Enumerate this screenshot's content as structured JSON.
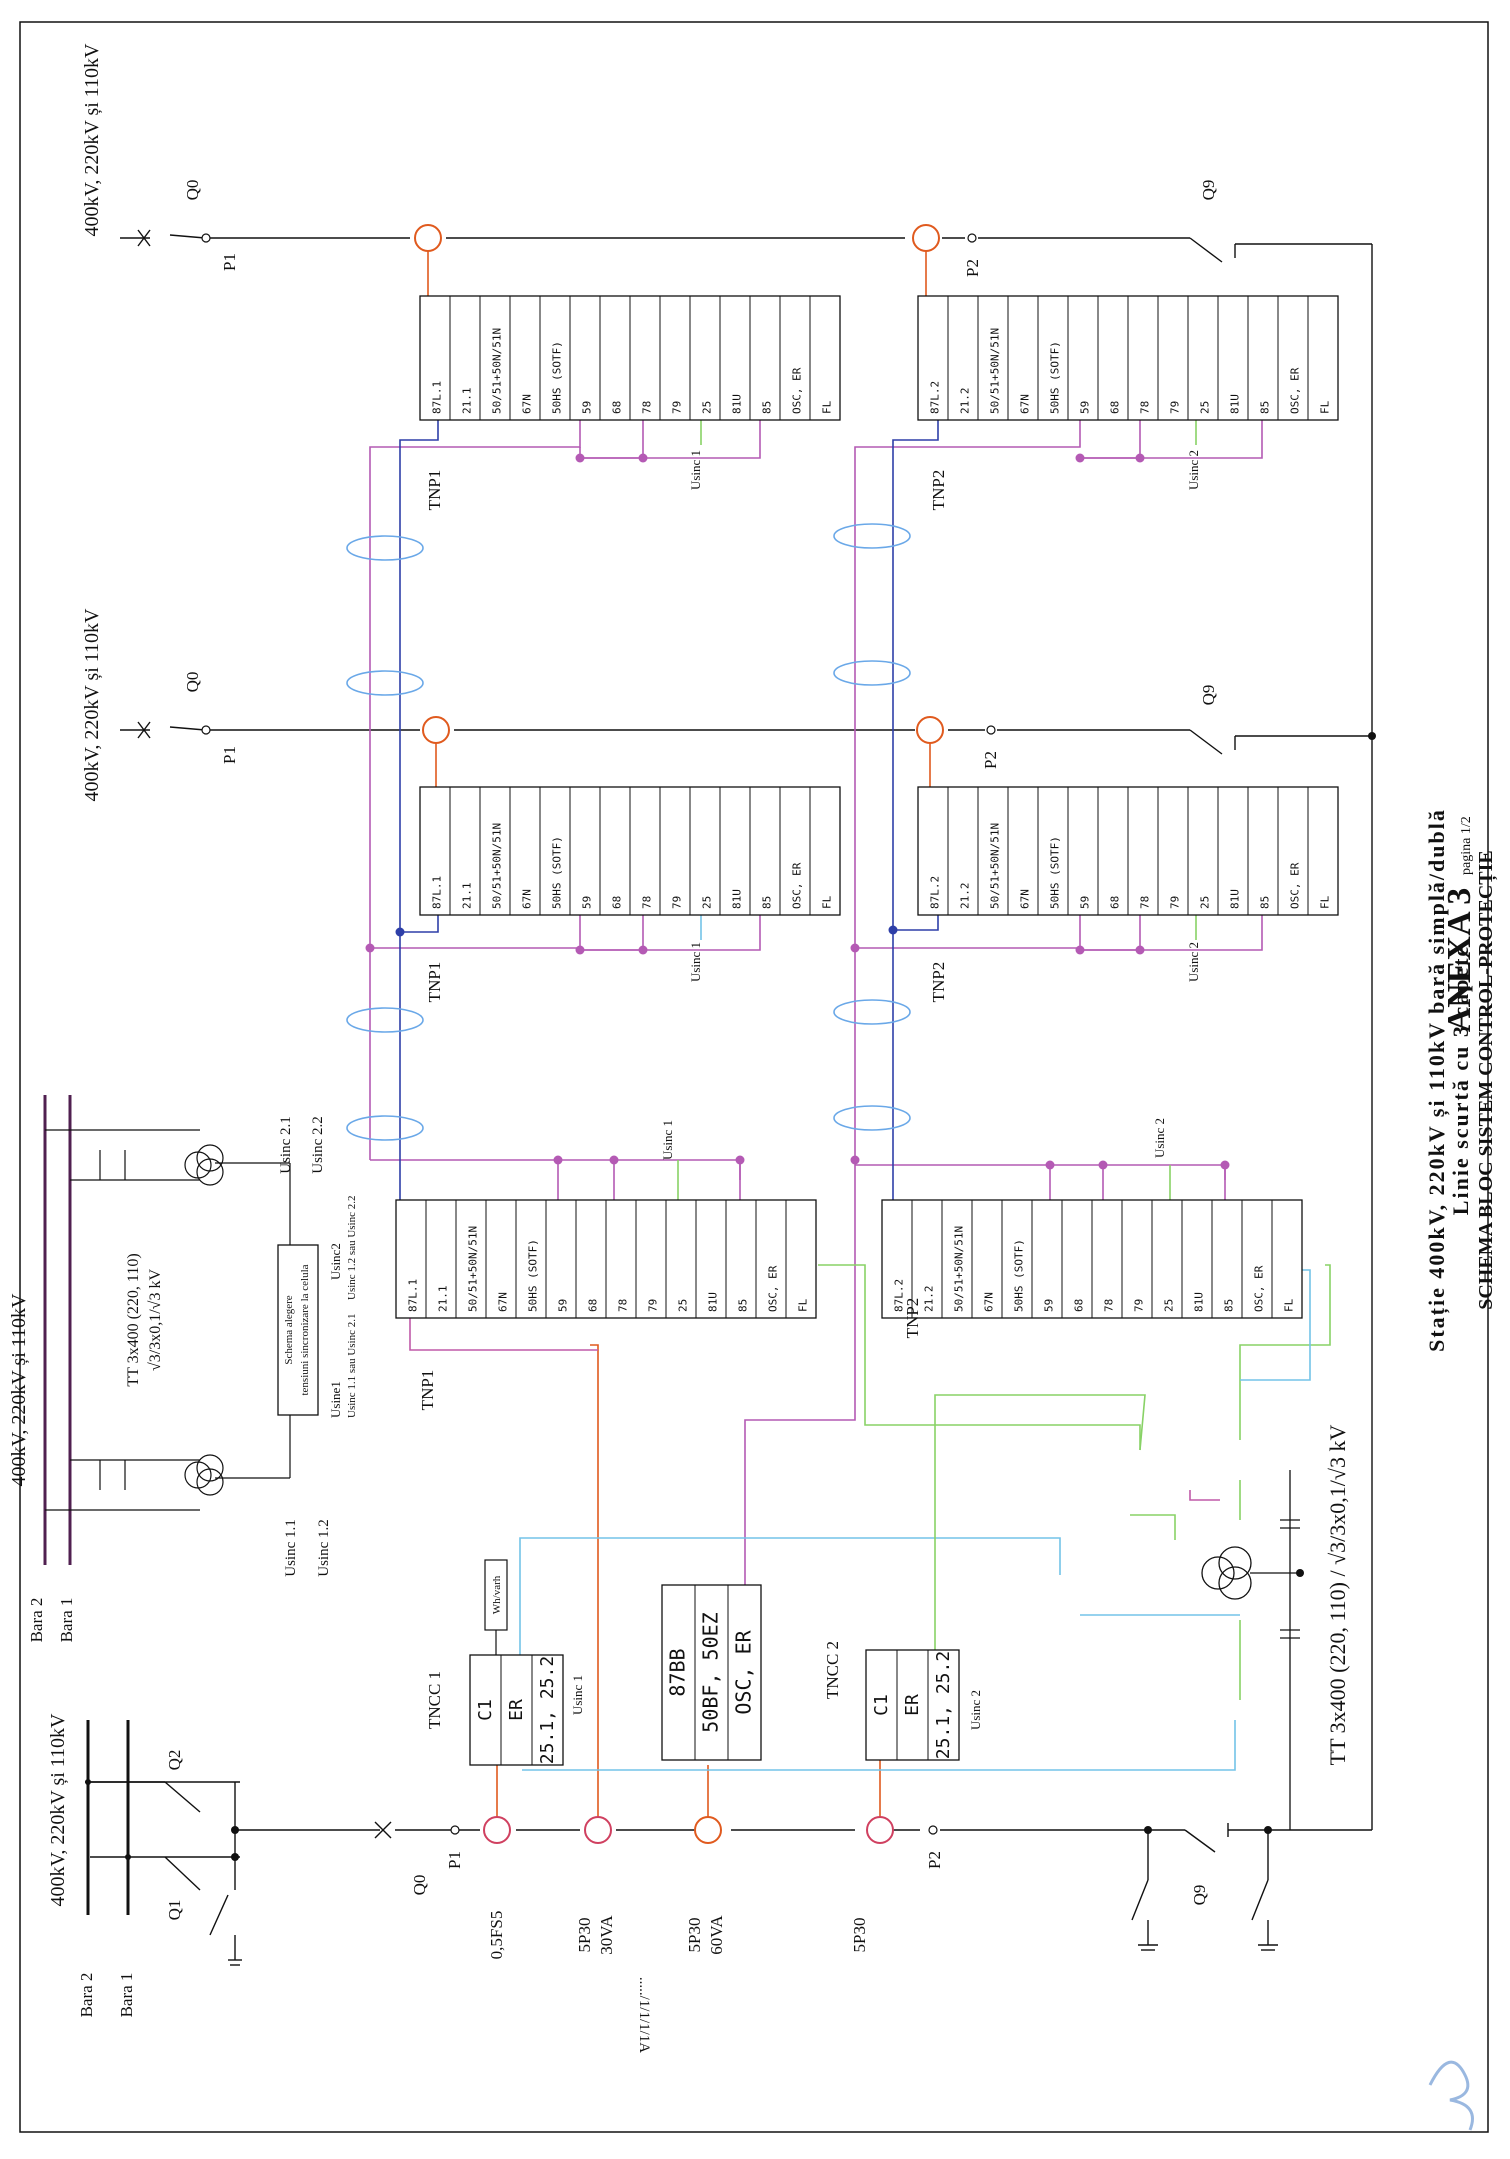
{
  "title": {
    "main_prefix": "ANEXA 3",
    "page": "pagina 1/2",
    "line1": "Stație 400kV, 220kV și 110kV bară simplă/dublă",
    "line2": "Linie scurtă cu 3 capete",
    "line3": "SCHEMA BLOC SISTEM CONTROL-PROTECȚIE"
  },
  "labels": {
    "voltage": "400kV, 220kV și 110kV",
    "bara1": "Bara 1",
    "bara2": "Bara 2",
    "q0": "Q0",
    "q1": "Q1",
    "q2": "Q2",
    "q9": "Q9",
    "p1": "P1",
    "p2": "P2",
    "tnp1": "TNP1",
    "tnp2": "TNP2",
    "tncc1": "TNCC 1",
    "tncc2": "TNCC 2",
    "usinc1": "Usinc 1",
    "usinc2": "Usinc 2",
    "usinc11": "Usinc 1.1",
    "usinc12": "Usinc 1.2",
    "usinc21": "Usinc 2.1",
    "usinc22": "Usinc 2.2",
    "ct1": "0,5FS5",
    "ct2": "5P30",
    "ct2b": "30VA",
    "ct3": "5P30",
    "ct3b": "60VA",
    "ct4": "5P30",
    "ratio": "...../1/1/1/1A",
    "tt_center": "TT 3x400 (220, 110) / √3/3x0,1/√3 kV",
    "tt_left_1": "TT 3x400 (220, 110)",
    "tt_left_2": "√3/3x0,1/√3 kV",
    "schema_1": "Schema alegere",
    "schema_2": "tensiuni sincronizare la celula",
    "usine1": "Usine1",
    "usine1_sub": "Usinc 1.1 sau Usinc 2.1",
    "usine2": "Usinc2",
    "usine2_sub": "Usinc 1.2 sau Usinc 2.2",
    "whvarh": "Wh/varh"
  },
  "tnp1_rows": [
    "87L.1",
    "21.1",
    "50/51+50N/51N",
    "67N",
    "50HS (SOTF)",
    "59",
    "68",
    "78",
    "79",
    "25",
    "81U",
    "85",
    "OSC, ER",
    "FL"
  ],
  "tnp2_rows": [
    "87L.2",
    "21.2",
    "50/51+50N/51N",
    "67N",
    "50HS (SOTF)",
    "59",
    "68",
    "78",
    "79",
    "25",
    "81U",
    "85",
    "OSC, ER",
    "FL"
  ],
  "tncc1_rows": [
    "C1",
    "ER",
    "25.1, 25.2"
  ],
  "tncc2_rows": [
    "C1",
    "ER",
    "25.1, 25.2"
  ],
  "busbar_rows": [
    "87BB",
    "50BF, 50EZ",
    "OSC, ER"
  ],
  "colors": {
    "orange": "#e05a1e",
    "purple": "#b45ab4",
    "blue": "#2e3fa8",
    "cyan": "#73c3e8",
    "green": "#88d266",
    "ellipse": "#6aa8e8",
    "ink": "#111111"
  }
}
